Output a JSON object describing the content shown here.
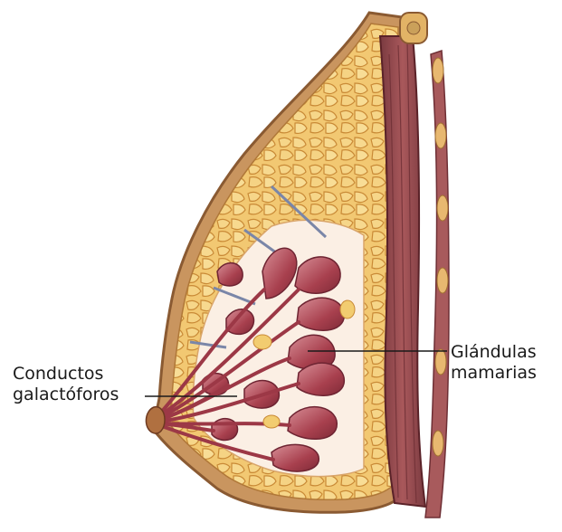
{
  "labels": {
    "conductos": {
      "line1": "Conductos",
      "line2": "galactóforos"
    },
    "glandulas": {
      "line1": "Glándulas",
      "line2": "mamarias"
    }
  },
  "colors": {
    "skin": "#c9955f",
    "skin_edge": "#8a5a32",
    "fat": "#f0c36a",
    "fat_edge": "#c98a36",
    "gland": "#a8404e",
    "gland_light": "#d98a92",
    "muscle": "#9b4a4e",
    "muscle_stripe": "#6e2f35",
    "rib": "#e8b870",
    "ligament": "#7a86a8",
    "leader_line": "#1a1a1a"
  }
}
